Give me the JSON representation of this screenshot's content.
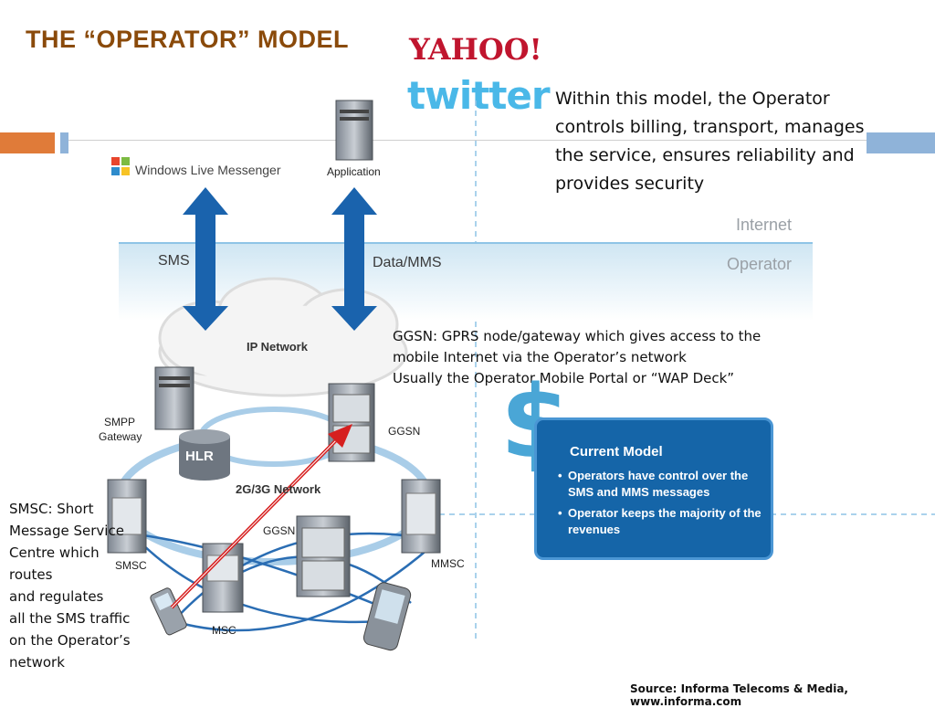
{
  "title": "THE “OPERATOR” MODEL",
  "logos": {
    "yahoo": "YAHOO!",
    "twitter": "twitter",
    "messenger": "Windows Live Messenger"
  },
  "description": "Within this model, the Operator controls billing, transport, manages the service, ensures reliability and provides security",
  "zones": {
    "internet": "Internet",
    "operator": "Operator"
  },
  "diagram": {
    "application": "Application",
    "sms": "SMS",
    "data_mms": "Data/MMS",
    "ip_network": "IP Network",
    "smpp_gateway": [
      "SMPP",
      "Gateway"
    ],
    "hlr": "HLR",
    "ggsn_top": "GGSN",
    "network_2g3g": "2G/3G Network",
    "ggsn_bottom": "GGSN",
    "smsc": "SMSC",
    "msc": "MSC",
    "mmsc": "MMSC"
  },
  "ggsn_note": [
    "GGSN: GPRS node/gateway which gives access to the",
    "mobile Internet via the Operator’s network",
    "Usually the Operator Mobile Portal or “WAP Deck”"
  ],
  "smsc_note": [
    "SMSC: Short",
    "Message Service",
    "Centre which",
    "routes",
    "and regulates",
    "all the SMS traffic",
    "on the Operator’s",
    "network"
  ],
  "current_model": {
    "title": "Current Model",
    "bullets": [
      "Operators have control over the SMS and MMS messages",
      "Operator keeps the majority of the revenues"
    ]
  },
  "dollar_symbol": "$",
  "source": "Source: Informa Telecoms & Media, www.informa.com",
  "colors": {
    "title": "#8a4a0a",
    "arrow_blue": "#1a63ad",
    "box_blue": "#1565a8",
    "accent_orange": "#e07b39",
    "accent_blue": "#8fb3d9"
  }
}
